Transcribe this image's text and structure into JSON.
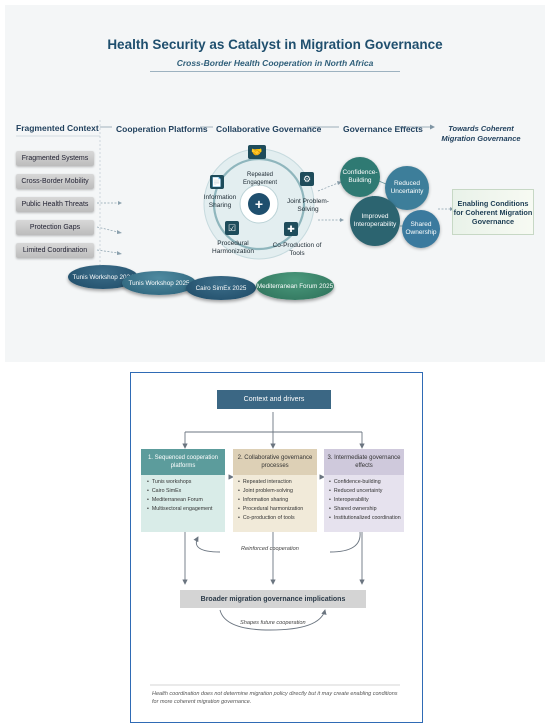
{
  "header": {
    "title": "Health Security as Catalyst in Migration Governance",
    "subtitle": "Cross-Border Health Cooperation in North Africa"
  },
  "stages": {
    "context": "Fragmented Context",
    "platforms": "Cooperation Platforms",
    "governance": "Collaborative Governance",
    "effects": "Governance Effects",
    "towards": "Towards Coherent Migration Governance"
  },
  "context_items": [
    "Fragmented Systems",
    "Cross-Border Mobility",
    "Public Health Threats",
    "Protection Gaps",
    "Limited Coordination"
  ],
  "platforms": [
    "Tunis Workshop 2024",
    "Tunis Workshop 2025",
    "Cairo SimEx 2025",
    "Mediterranean Forum 2025"
  ],
  "governance_cycle": {
    "repeated": "Repeated Engagement",
    "joint": "Joint Problem-Solving",
    "info": "Information Sharing",
    "procedural": "Procedural Harmonization",
    "coprod": "Co-Production of Tools"
  },
  "effects": {
    "confidence": "Confidence-Building",
    "reduced": "Reduced Uncertainty",
    "improved": "Improved Interoperability",
    "shared": "Shared Ownership"
  },
  "outcome": "Enabling Conditions for Coherent Migration Governance",
  "lower": {
    "context": "Context and drivers",
    "col1": {
      "title": "1. Sequenced cooperation platforms",
      "items": [
        "Tunis workshops",
        "Cairo SimEx",
        "Mediterranean Forum",
        "Multisectoral engagement"
      ]
    },
    "col2": {
      "title": "2. Collaborative governance processes",
      "items": [
        "Repeated interaction",
        "Joint problem-solving",
        "Information sharing",
        "Procedural harmonization",
        "Co-production of tools"
      ]
    },
    "col3": {
      "title": "3. Intermediate governance effects",
      "items": [
        "Confidence-building",
        "Reduced uncertainty",
        "Interoperability",
        "Shared ownership",
        "Institutionalized coordination"
      ]
    },
    "reinforced": "Reinforced cooperation",
    "broader": "Broader migration governance implications",
    "shapes": "Shapes future cooperation",
    "footnote": "Health coordination does not determine migration policy directly but it may create enabling conditions for more coherent migration governance."
  },
  "colors": {
    "navy": "#1f4f6e",
    "teal": "#2f6f74",
    "sand": "#ece3d2",
    "lavender": "#dcd8e6",
    "mint": "#d9ece8"
  }
}
